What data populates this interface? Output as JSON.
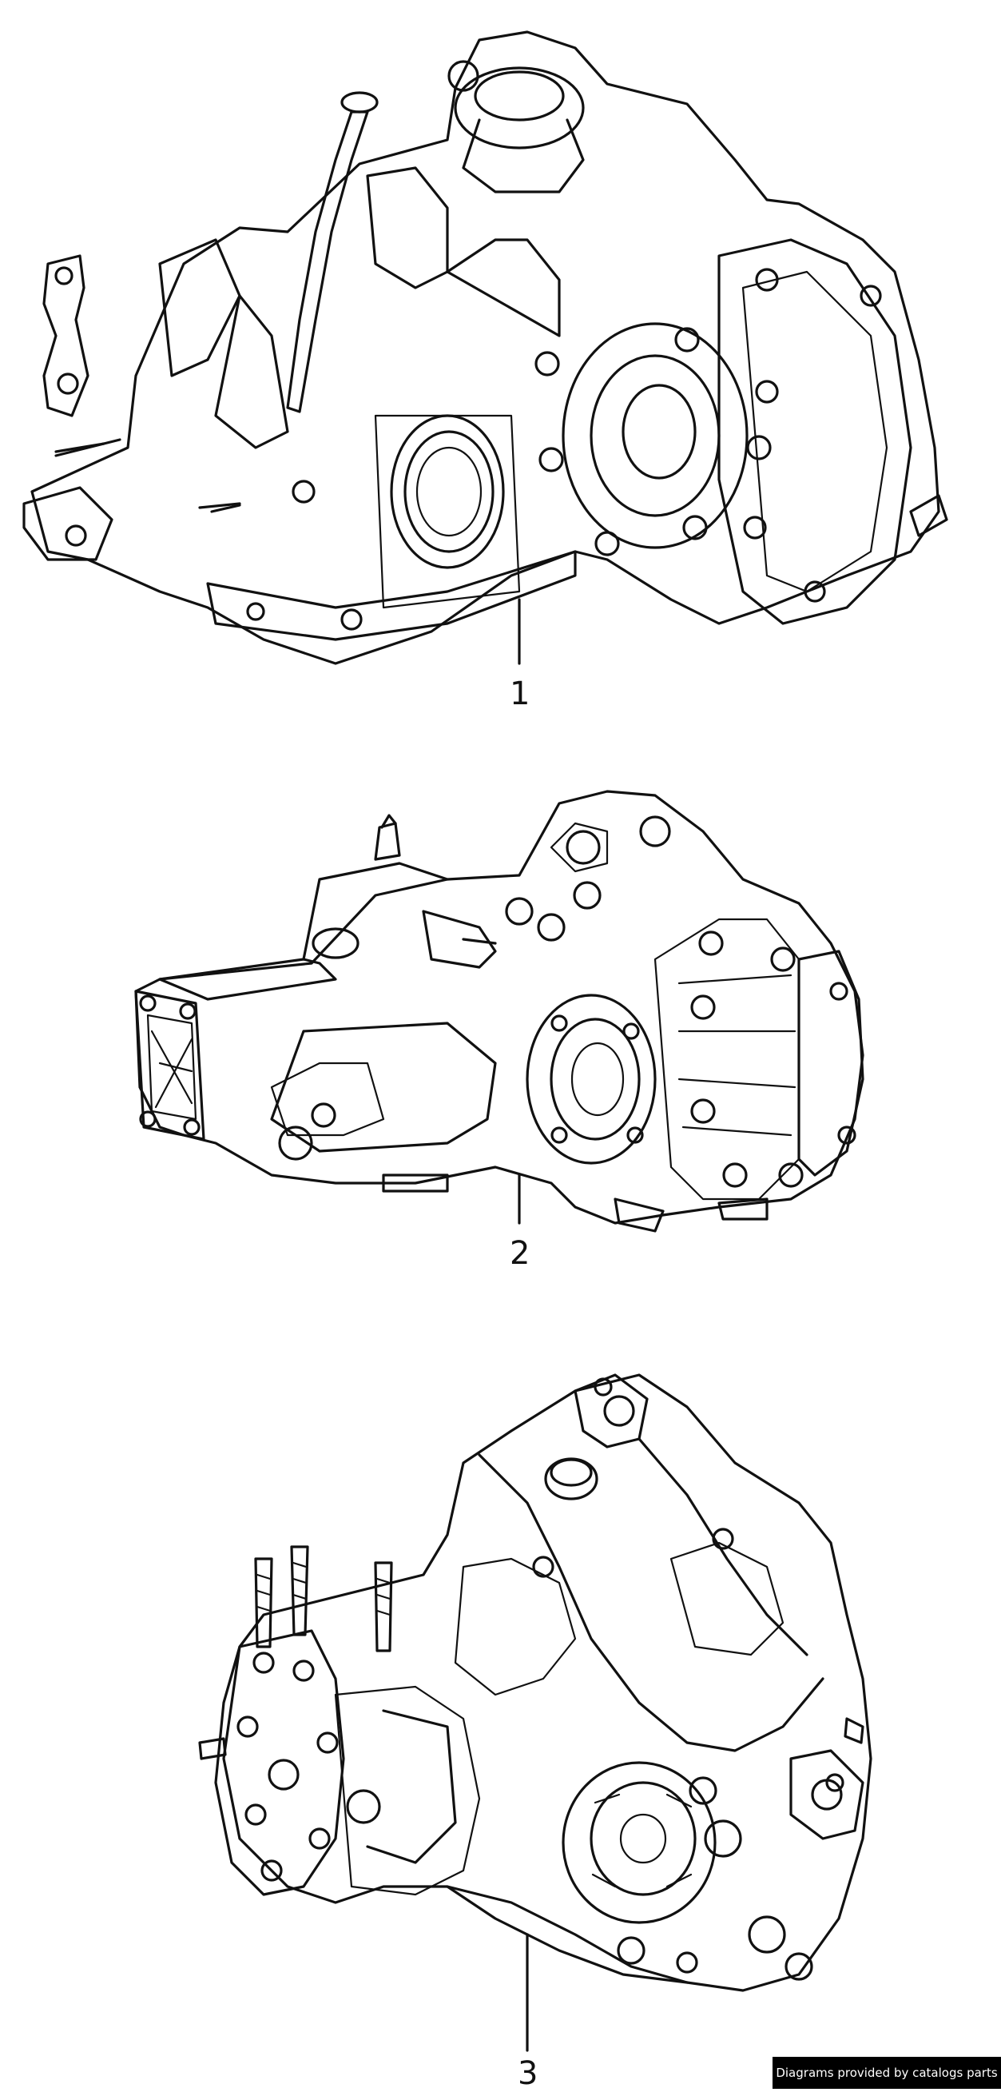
{
  "diagram": {
    "parts": [
      {
        "callout": "1"
      },
      {
        "callout": "2"
      },
      {
        "callout": "3"
      }
    ]
  },
  "footer": {
    "credit": "Diagrams provided by catalogs parts"
  },
  "colors": {
    "line": "#111111",
    "background": "#ffffff",
    "credit_bg": "#000000",
    "credit_text": "#ffffff"
  }
}
